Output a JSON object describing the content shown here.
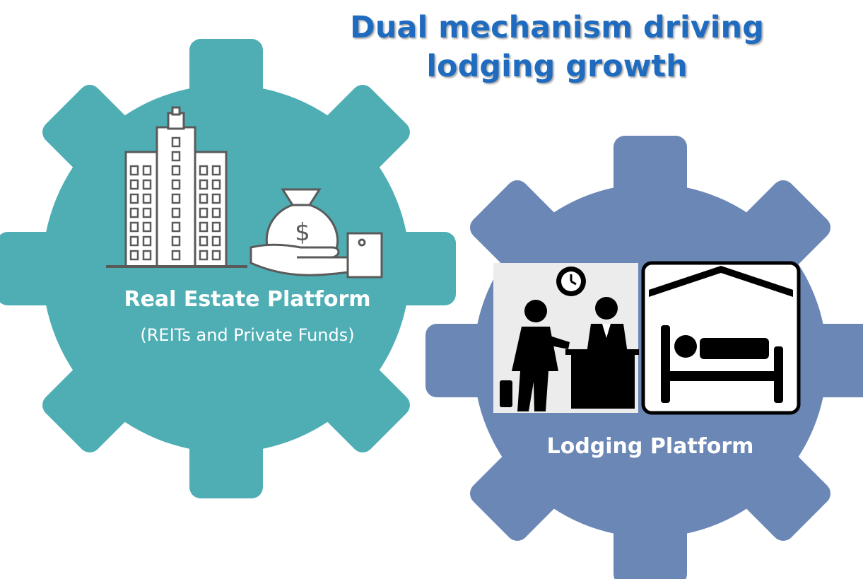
{
  "title": "Dual mechanism driving lodging growth",
  "colors": {
    "real_estate_gear": "#4eaeb4",
    "lodging_gear": "#6b87b5",
    "title": "#1f6bbf"
  },
  "real_estate_platform": {
    "label": "Real Estate Platform",
    "sublabel": "(REITs and Private Funds)",
    "icons": [
      "building-icon",
      "money-bag-hand-icon"
    ]
  },
  "lodging_platform": {
    "label": "Lodging Platform",
    "icons": [
      "hotel-reception-icon",
      "hotel-bed-icon"
    ]
  }
}
